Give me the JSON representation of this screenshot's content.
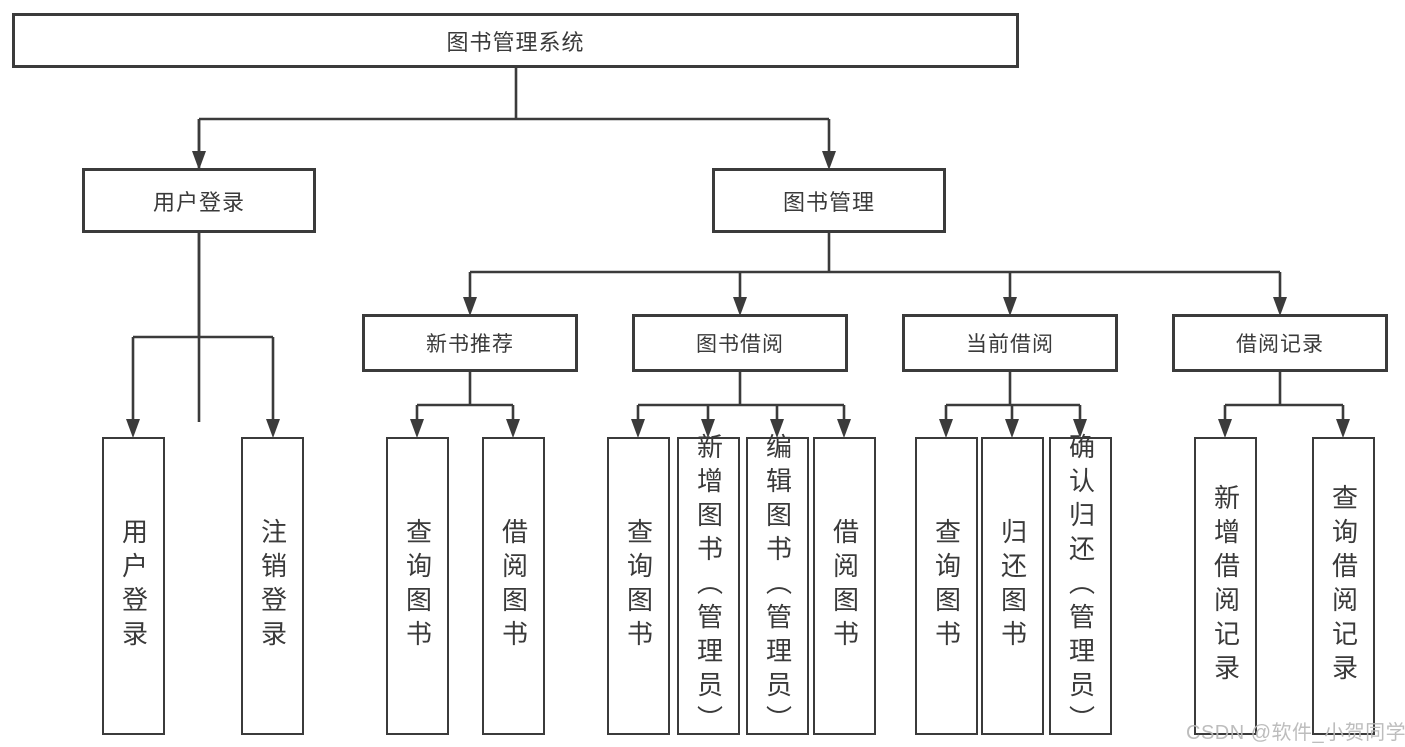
{
  "diagram": {
    "root": {
      "label": "图书管理系统"
    },
    "level2": [
      {
        "id": "user-login",
        "label": "用户登录"
      },
      {
        "id": "book-management",
        "label": "图书管理"
      }
    ],
    "level3": [
      {
        "id": "new-book-recommend",
        "label": "新书推荐"
      },
      {
        "id": "book-borrow",
        "label": "图书借阅"
      },
      {
        "id": "current-borrow",
        "label": "当前借阅"
      },
      {
        "id": "borrow-records",
        "label": "借阅记录"
      }
    ],
    "leaves": [
      {
        "id": "user-login-action",
        "label": "用户登录"
      },
      {
        "id": "logout-action",
        "label": "注销登录"
      },
      {
        "id": "recommend-query-books",
        "label": "查询图书"
      },
      {
        "id": "recommend-borrow-books",
        "label": "借阅图书"
      },
      {
        "id": "borrow-query-books",
        "label": "查询图书"
      },
      {
        "id": "borrow-add-books-admin",
        "label": "新增图书（管理员）"
      },
      {
        "id": "borrow-edit-books-admin",
        "label": "编辑图书（管理员）"
      },
      {
        "id": "borrow-borrow-books",
        "label": "借阅图书"
      },
      {
        "id": "current-query-books",
        "label": "查询图书"
      },
      {
        "id": "current-return-books",
        "label": "归还图书"
      },
      {
        "id": "current-confirm-return-admin",
        "label": "确认归还（管理员）"
      },
      {
        "id": "records-add-record",
        "label": "新增借阅记录"
      },
      {
        "id": "records-query-record",
        "label": "查询借阅记录"
      }
    ]
  },
  "colors": {
    "line": "#3b3b3b",
    "text": "#3a3a3a",
    "background": "#ffffff",
    "watermark": "#b9b9b9"
  },
  "watermark": {
    "text": "CSDN @软件_小贺同学"
  }
}
